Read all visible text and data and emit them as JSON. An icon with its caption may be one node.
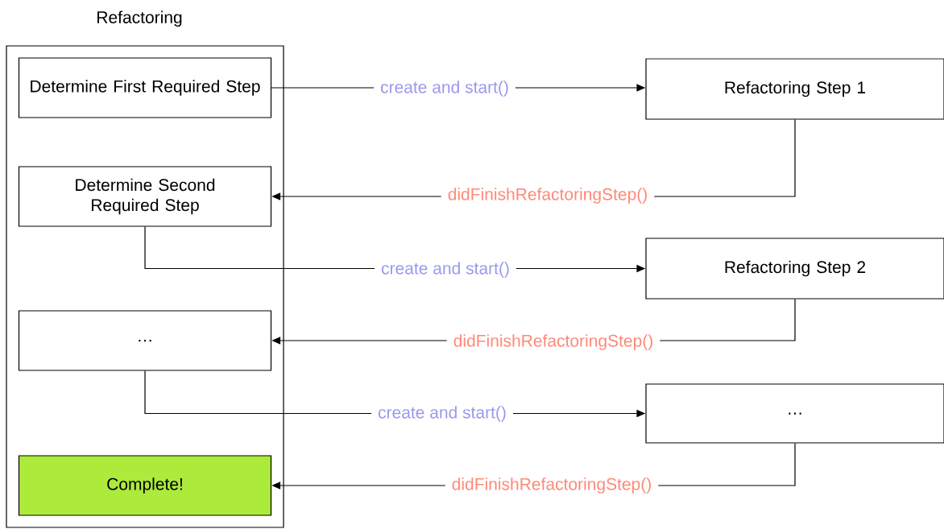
{
  "diagram": {
    "nodes": [
      {
        "text": [
          "Refactoring"
        ]
      },
      {
        "text": [
          "Determine First Required Step"
        ],
        "in": 0
      },
      {
        "text": [
          "Determine Second Required Step"
        ],
        "in": 0
      },
      {
        "text": [
          "…"
        ],
        "in": 0
      },
      {
        "text": [
          "Complete!"
        ],
        "in": 0
      },
      {
        "text": [
          "Refactoring Step 1"
        ]
      },
      {
        "text": [
          "Refactoring Step 2"
        ]
      },
      {
        "text": [
          "…"
        ]
      }
    ],
    "edges": [
      {
        "from": 1,
        "to": 5,
        "arrow": "to",
        "label": "create and start()"
      },
      {
        "from": 5,
        "to": 2,
        "arrow": "to",
        "label": "didFinishRefactoringStep()"
      },
      {
        "from": 2,
        "to": 6,
        "arrow": "to",
        "label": "create and start()"
      },
      {
        "from": 6,
        "to": 3,
        "arrow": "to",
        "label": "didFinishRefactoringStep()"
      },
      {
        "from": 3,
        "to": 7,
        "arrow": "to",
        "label": "create and start()"
      },
      {
        "from": 7,
        "to": 4,
        "arrow": "to",
        "label": "didFinishRefactoringStep()"
      }
    ]
  }
}
